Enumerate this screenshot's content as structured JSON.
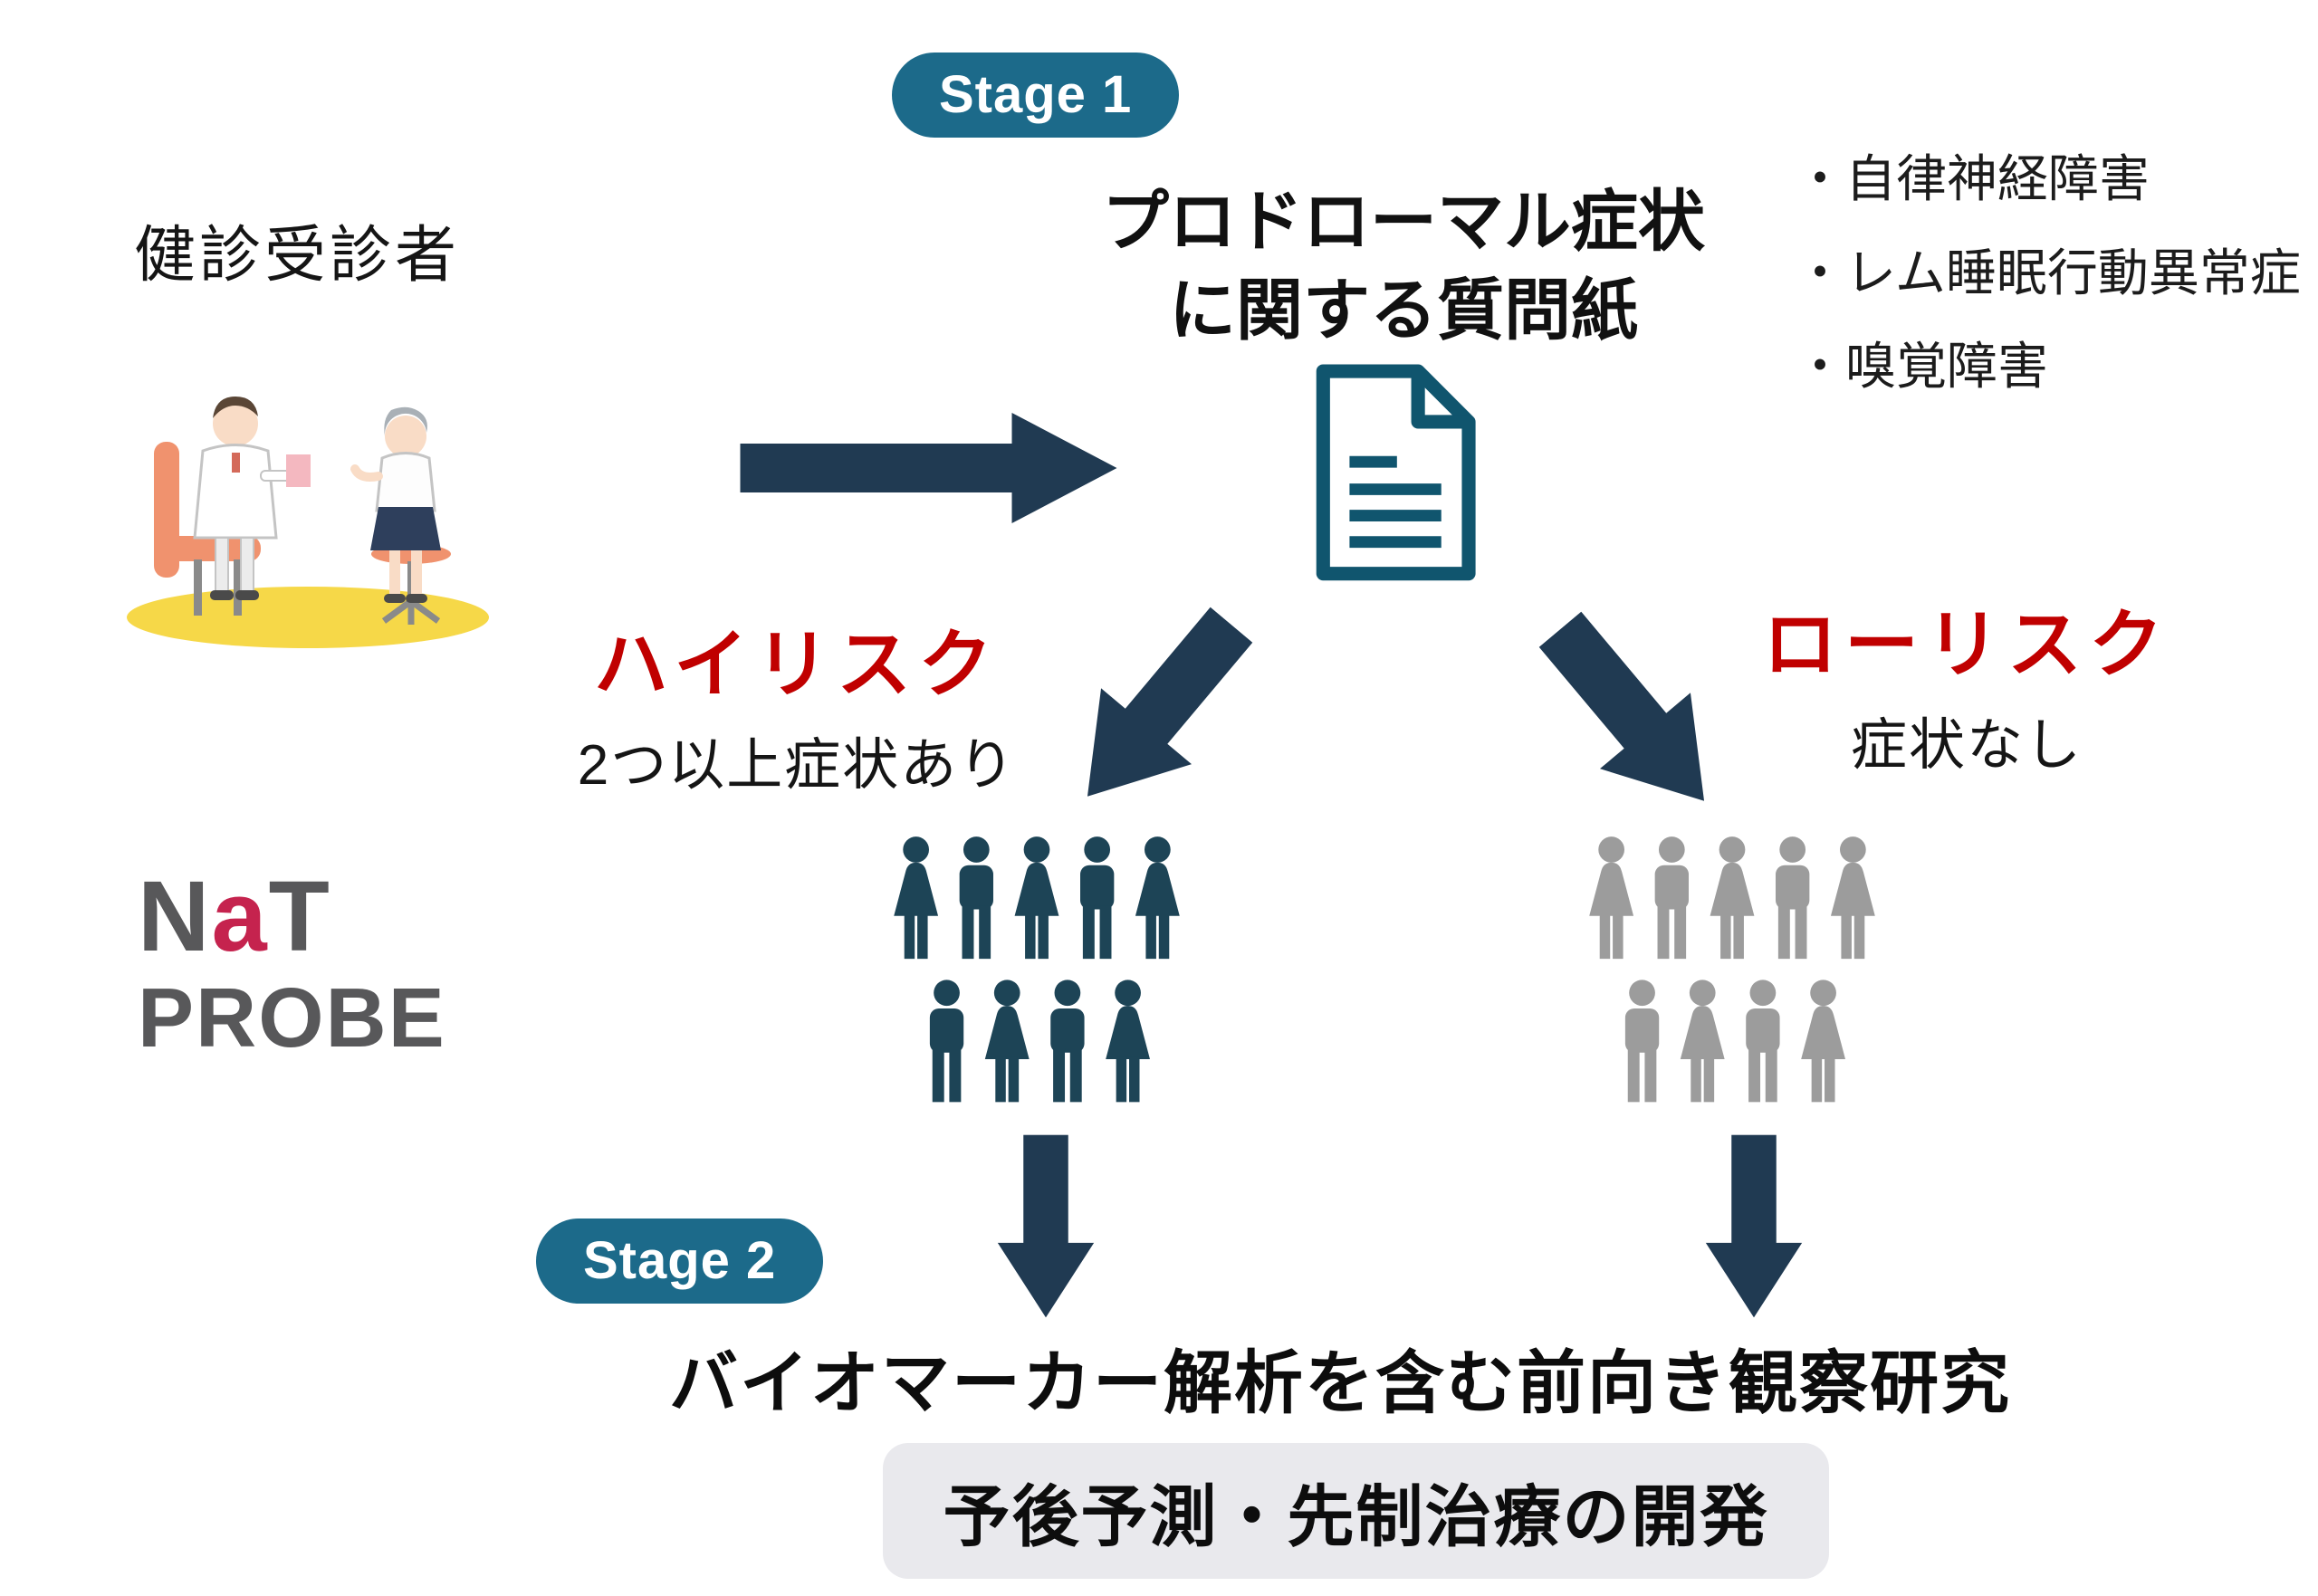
{
  "stage1": {
    "label": "Stage 1"
  },
  "stage2": {
    "label": "Stage 2"
  },
  "examinees_label": "健診受診者",
  "questionnaire": {
    "line1": "プロドローマル症状",
    "line2": "に関する質問紙"
  },
  "symptoms": [
    "・自律神経障害",
    "・レム睡眠行動異常症",
    "・嗅覚障害"
  ],
  "high_risk": {
    "label": "ハイリスク",
    "criteria": "2つ以上症状あり"
  },
  "low_risk": {
    "label": "ローリスク",
    "criteria": "症状なし"
  },
  "logo": {
    "n": "N",
    "a": "a",
    "t": "T",
    "line2": "PROBE"
  },
  "study_title": "バイオマーカー解析を含む前向き観察研究",
  "outcome_label": "予後予測・先制治療の開発",
  "icons": {
    "document": "questionnaire-document-icon",
    "arrow_right": "flow-arrow-right",
    "arrow_down_left": "flow-arrow-down-left",
    "arrow_down_right": "flow-arrow-down-right",
    "people_high": "high-risk-group-icon",
    "people_low": "low-risk-group-icon",
    "illustration": "consultation-illustration"
  },
  "colors": {
    "arrow_navy": "#203a52",
    "badge_teal": "#1c6a8a",
    "risk_red": "#c00000",
    "people_navy": "#1d4456",
    "people_gray": "#9c9c9c",
    "logo_gray": "#58585a",
    "logo_accent": "#c5234e",
    "document_teal": "#10556e",
    "outcome_bg": "#e9e9ed",
    "floor_yellow": "#f6d848",
    "chair_orange": "#f0926e"
  }
}
